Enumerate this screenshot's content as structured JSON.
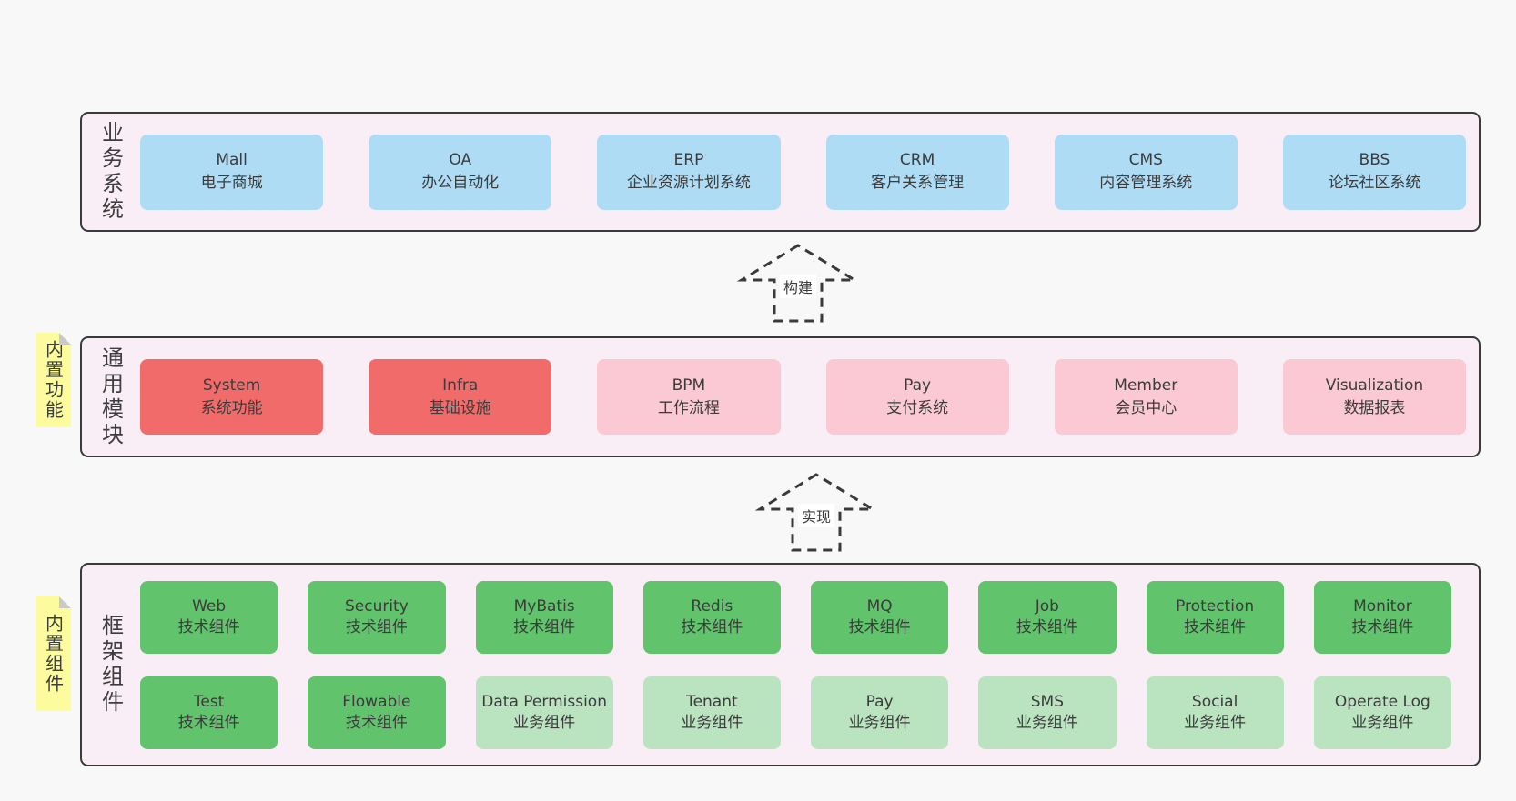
{
  "colors": {
    "page_bg": "#f8f8f8",
    "layer_bg": "#f9edf6",
    "layer_border": "#3a3a3a",
    "business_box": "#aedcf5",
    "module_strong_box": "#f16b6b",
    "module_light_box": "#fbc9d4",
    "tech_component_box": "#61c46d",
    "biz_component_box": "#bae3c0",
    "tag_bg": "#fcfc9e",
    "tag_fold": "#c9c9c9",
    "text": "#3b3b3b"
  },
  "layers": {
    "business": {
      "label": "业务系统",
      "items": [
        {
          "name": "Mall",
          "desc": "电子商城"
        },
        {
          "name": "OA",
          "desc": "办公自动化"
        },
        {
          "name": "ERP",
          "desc": "企业资源计划系统"
        },
        {
          "name": "CRM",
          "desc": "客户关系管理"
        },
        {
          "name": "CMS",
          "desc": "内容管理系统"
        },
        {
          "name": "BBS",
          "desc": "论坛社区系统"
        }
      ]
    },
    "modules": {
      "label": "通用模块",
      "tag": "内置功能",
      "items": [
        {
          "name": "System",
          "desc": "系统功能"
        },
        {
          "name": "Infra",
          "desc": "基础设施"
        },
        {
          "name": "BPM",
          "desc": "工作流程"
        },
        {
          "name": "Pay",
          "desc": "支付系统"
        },
        {
          "name": "Member",
          "desc": "会员中心"
        },
        {
          "name": "Visualization",
          "desc": "数据报表"
        }
      ]
    },
    "components": {
      "label": "框架组件",
      "tag": "内置组件",
      "row1": [
        {
          "name": "Web",
          "desc": "技术组件"
        },
        {
          "name": "Security",
          "desc": "技术组件"
        },
        {
          "name": "MyBatis",
          "desc": "技术组件"
        },
        {
          "name": "Redis",
          "desc": "技术组件"
        },
        {
          "name": "MQ",
          "desc": "技术组件"
        },
        {
          "name": "Job",
          "desc": "技术组件"
        },
        {
          "name": "Protection",
          "desc": "技术组件"
        },
        {
          "name": "Monitor",
          "desc": "技术组件"
        }
      ],
      "row2": [
        {
          "name": "Test",
          "desc": "技术组件"
        },
        {
          "name": "Flowable",
          "desc": "技术组件"
        },
        {
          "name": "Data Permission",
          "desc": "业务组件"
        },
        {
          "name": "Tenant",
          "desc": "业务组件"
        },
        {
          "name": "Pay",
          "desc": "业务组件"
        },
        {
          "name": "SMS",
          "desc": "业务组件"
        },
        {
          "name": "Social",
          "desc": "业务组件"
        },
        {
          "name": "Operate Log",
          "desc": "业务组件"
        }
      ]
    }
  },
  "arrows": [
    {
      "label": "构建"
    },
    {
      "label": "实现"
    }
  ]
}
